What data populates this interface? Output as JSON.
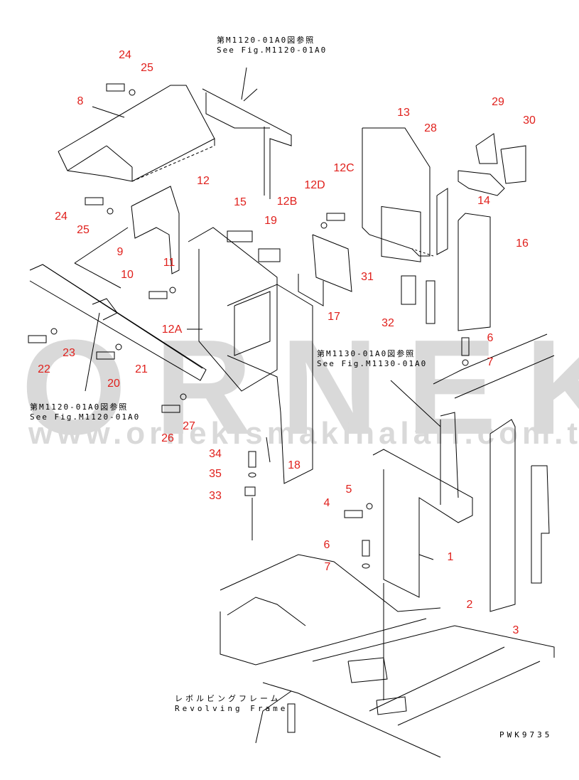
{
  "watermark": {
    "brand": "ORNEK",
    "url": "www.ornekismakinalari.com.tr"
  },
  "references": [
    {
      "jp": "第M1120-01A0図参照",
      "en": "See Fig.M1120-01A0"
    },
    {
      "jp": "第M1120-01A0図参照",
      "en": "See Fig.M1120-01A0"
    },
    {
      "jp": "第M1130-01A0図参照",
      "en": "See Fig.M1130-01A0"
    }
  ],
  "frame_label": {
    "jp": "レボルビングフレーム",
    "en": "Revolving Frame"
  },
  "drawing_code": "PWK9735",
  "part_labels": [
    "24",
    "25",
    "8",
    "24",
    "25",
    "9",
    "10",
    "11",
    "12",
    "15",
    "19",
    "12B",
    "12D",
    "12C",
    "13",
    "28",
    "29",
    "30",
    "14",
    "16",
    "31",
    "32",
    "17",
    "12A",
    "6",
    "7",
    "22",
    "23",
    "20",
    "21",
    "26",
    "27",
    "34",
    "35",
    "33",
    "18",
    "4",
    "5",
    "6",
    "7",
    "1",
    "2",
    "3"
  ],
  "colors": {
    "label": "#e0201c",
    "watermark": "#d9d9d9",
    "line": "#000000"
  }
}
